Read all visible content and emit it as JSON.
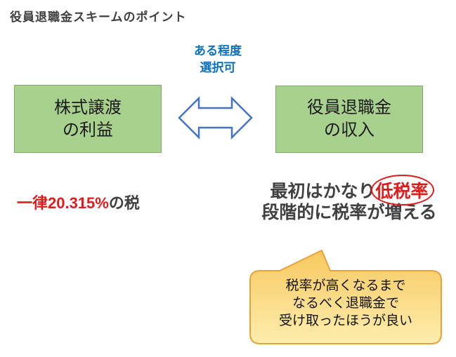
{
  "title": "役員退職金スキームのポイント",
  "exchange_label": {
    "line1": "ある程度",
    "line2": "選択可"
  },
  "boxes": {
    "left": {
      "line1": "株式譲渡",
      "line2": "の利益"
    },
    "right": {
      "line1": "役員退職金",
      "line2": "の収入"
    }
  },
  "notes": {
    "left_tax": {
      "highlight": "一律20.315%",
      "suffix": "の税"
    },
    "right_tax": {
      "line1_prefix": "最初はかなり",
      "line1_circled": "低税率",
      "line2": "段階的に税率が増える"
    }
  },
  "callout": {
    "line1": "税率が高くなるまで",
    "line2": "なるべく退職金で",
    "line3": "受け取ったほうが良い"
  },
  "colors": {
    "background": "#FFFFFF",
    "box_fill": "#A9D18E",
    "box_border": "#7CA968",
    "arrow_stroke": "#4472C4",
    "arrow_fill": "#FFFFFF",
    "label_blue": "#0C71BE",
    "accent_red": "#E01B1B",
    "text_dark": "#404040",
    "callout_fill_top": "#F8C95F",
    "callout_fill_bottom": "#FEEDAE",
    "callout_border": "#E9A23B"
  }
}
